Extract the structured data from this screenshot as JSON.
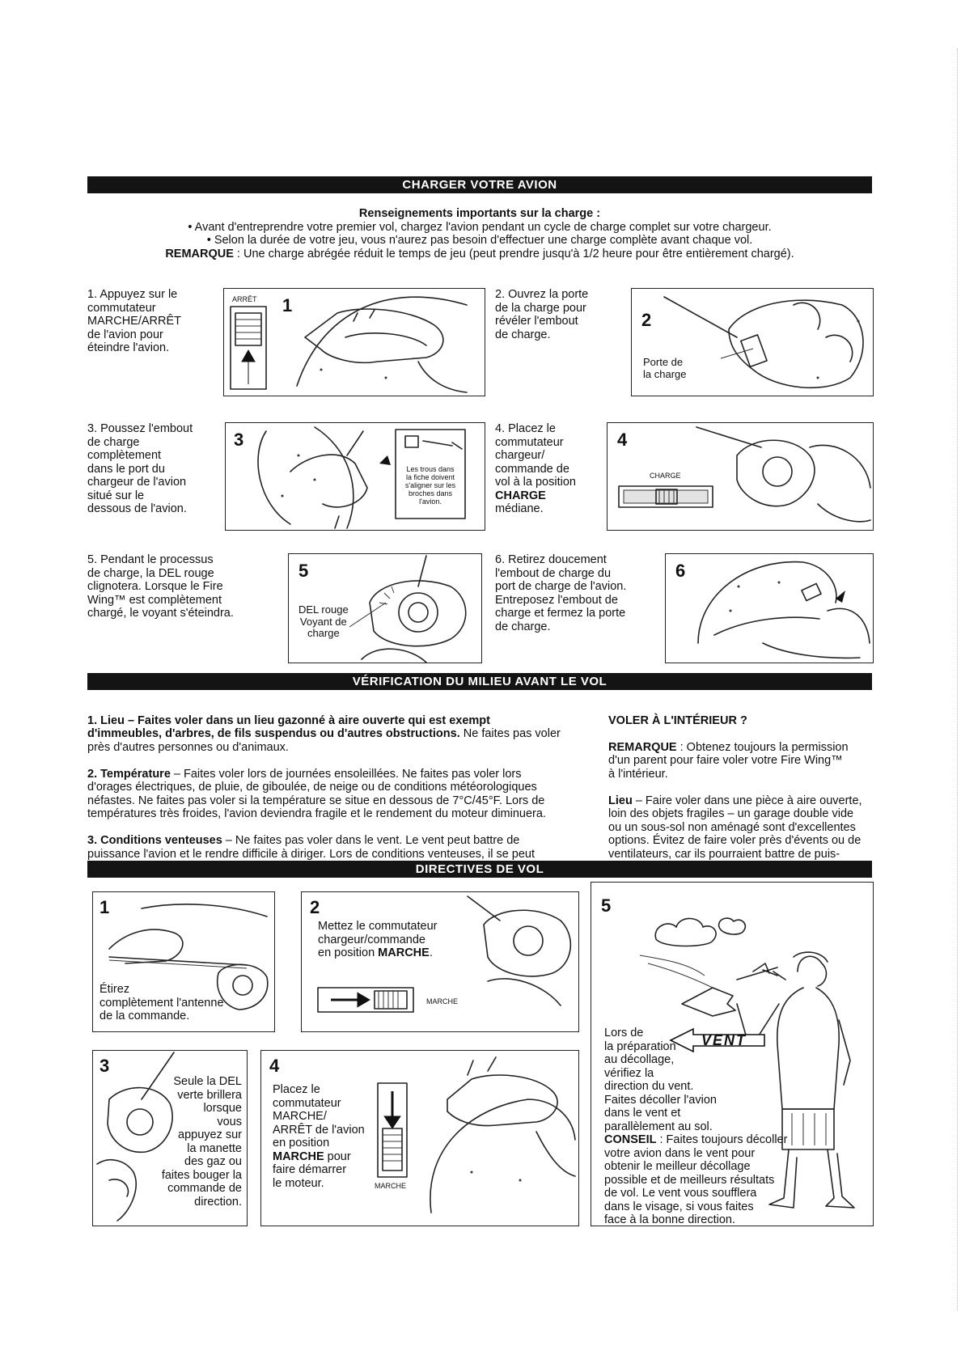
{
  "section1": {
    "title": "CHARGER VOTRE AVION",
    "intro_title": "Renseignements importants sur la charge :",
    "bullet1": "• Avant d'entreprendre votre premier vol, chargez l'avion pendant un cycle de charge complet sur votre chargeur.",
    "bullet2": "• Selon la durée de votre jeu, vous n'aurez pas besoin d'effectuer une charge complète avant chaque vol.",
    "note_label": "REMARQUE",
    "note_text": " : Une charge abrégée réduit le temps de jeu (peut prendre jusqu'à 1/2 heure pour être entièrement chargé).",
    "steps": [
      {
        "text": "1. Appuyez sur le\n    commutateur\n    MARCHE/ARRÊT\n    de l'avion pour\n    éteindre l'avion.",
        "num": "1",
        "label": "ARRÊT"
      },
      {
        "text": "2. Ouvrez la porte\n    de la charge pour\n    révéler l'embout\n    de charge.",
        "num": "2",
        "label": "Porte de\nla charge"
      },
      {
        "text": "3. Poussez l'embout\n    de charge\n    complètement\n    dans le port du\n    chargeur de l'avion\n    situé sur le\n    dessous de l'avion.",
        "num": "3",
        "label": "Les trous dans\nla fiche doivent\ns'aligner sur les\nbroches dans\nl'avion."
      },
      {
        "text_a": "4. Placez le\n    commutateur\n    chargeur/\n    commande de\n    vol à la position\n",
        "text_bold": "    CHARGE",
        "text_b": "\n    médiane.",
        "num": "4",
        "label": "CHARGE"
      },
      {
        "text": "5. Pendant le processus\n    de charge, la DEL rouge\n    clignotera. Lorsque le Fire\n    Wing™ est complètement\n    chargé, le voyant s'éteindra.",
        "num": "5",
        "label": "DEL rouge\nVoyant de\ncharge"
      },
      {
        "text": "6. Retirez doucement\n    l'embout de charge du\n    port de charge de l'avion.\n    Entreposez l'embout de\n    charge et fermez la porte\n    de charge.",
        "num": "6"
      }
    ]
  },
  "section2": {
    "title": "VÉRIFICATION DU MILIEU AVANT LE VOL",
    "item1_bold": "1. Lieu – Faites voler dans un lieu gazonné à aire ouverte qui est exempt\n    d'immeubles, d'arbres, de fils suspendus ou d'autres obstructions.",
    "item1_text": " Ne faites pas voler\n    près d'autres personnes ou d'animaux.",
    "item2_bold": "2. Température",
    "item2_text": " – Faites voler lors de journées ensoleillées. Ne faites pas voler lors\n    d'orages électriques, de pluie, de giboulée, de neige ou de conditions météorologiques\n    néfastes. Ne faites pas voler si la température se situe en dessous de 7°C/45°F. Lors de\n    températures très froides, l'avion deviendra fragile et le rendement du moteur diminuera.",
    "item3_bold": "3. Conditions venteuses",
    "item3_text": " – Ne faites pas voler dans le vent. Le vent peut battre de\n    puissance l'avion et le rendre difficile à diriger. Lors de conditions venteuses, il se peut\n    que vous sembliez ne pas avoir de contrôle sur l'avion.",
    "indoor_title": "VOLER À L'INTÉRIEUR ?",
    "indoor_note_label": "REMARQUE",
    "indoor_note_text": " : Obtenez toujours la permission\nd'un parent pour faire voler votre Fire Wing™\nà l'intérieur.",
    "indoor_place_label": "Lieu",
    "indoor_place_text": " – Faire voler dans une pièce à aire ouverte,\nloin des objets fragiles – un garage double vide\nou un sous-sol non aménagé sont d'excellentes\noptions. Évitez de faire voler près d'évents ou de\nventilateurs, car ils pourraient battre de puis-\nsance l'avion et le rendre difficile à commander."
  },
  "section3": {
    "title": "DIRECTIVES DE VOL",
    "p1": {
      "num": "1",
      "text": "Étirez\ncomplètement l'antenne\nde la commande."
    },
    "p2": {
      "num": "2",
      "text_a": "Mettez le commutateur\nchargeur/commande\nen position ",
      "text_bold": "MARCHE",
      "text_b": ".",
      "label": "MARCHE"
    },
    "p3": {
      "num": "3",
      "text": "Seule la DEL\nverte brillera\nlorsque\nvous\nappuyez sur\nla manette\ndes gaz ou\nfaites bouger la\ncommande de\ndirection."
    },
    "p4": {
      "num": "4",
      "text_a": "Placez le\ncommutateur\nMARCHE/\nARRÊT de l'avion\nen position\n",
      "text_bold": "MARCHE",
      "text_b": " pour\nfaire démarrer\nle moteur.",
      "label": "MARCHE"
    },
    "p5": {
      "num": "5",
      "wind": "VENT",
      "text_a": "Lors de\nla préparation\nau décollage,\nvérifiez la\ndirection du vent.\nFaites décoller l'avion\ndans le vent et\nparallèlement au sol.\n",
      "tip_label": "CONSEIL",
      "tip_text": " : Faites toujours décoller\nvotre avion dans le vent pour\nobtenir le meilleur décollage\npossible et de meilleurs résultats\nde vol. Le vent vous soufflera\ndans le visage, si vous faites\nface à la bonne direction."
    }
  }
}
